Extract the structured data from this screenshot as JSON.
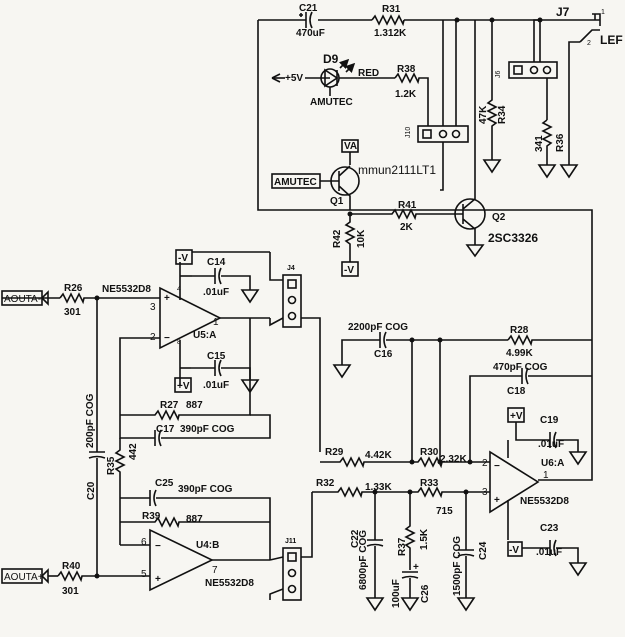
{
  "nets": {
    "aouta_minus": "AOUTA-",
    "aouta_plus": "AOUTA+",
    "amutec": "AMUTEC",
    "amutec_d9": "AMUTEC",
    "plus5v": "+5V",
    "va": "VA",
    "neg_v": "-V",
    "pos_v": "+V"
  },
  "components": {
    "c21": {
      "ref": "C21",
      "value": "470uF"
    },
    "r31": {
      "ref": "R31",
      "value": "1.312K"
    },
    "j7": {
      "ref": "J7",
      "label": "LEF",
      "pin1": "1",
      "pin2": "2"
    },
    "d9": {
      "ref": "D9",
      "color": "RED"
    },
    "r38": {
      "ref": "R38",
      "value": "1.2K"
    },
    "r34": {
      "ref": "R34",
      "value": "47K"
    },
    "r36": {
      "ref": "R36",
      "value": "341"
    },
    "j6": {
      "ref": "J6"
    },
    "j10": {
      "ref": "J10"
    },
    "q1": {
      "ref": "Q1",
      "part": "mmun2111LT1"
    },
    "q2": {
      "ref": "Q2",
      "part": "2SC3326"
    },
    "r41": {
      "ref": "R41",
      "value": "2K"
    },
    "r42": {
      "ref": "R42",
      "value": "10K"
    },
    "r26": {
      "ref": "R26",
      "value": "301"
    },
    "u5a": {
      "ref": "U5:A",
      "part": "NE5532D8",
      "pin_plus": "3",
      "pin_minus": "2",
      "pin_out": "1",
      "pin_v": "4",
      "pin_v2": "8"
    },
    "c14": {
      "ref": "C14",
      "value": ".01uF"
    },
    "c15": {
      "ref": "C15",
      "value": ".01uF"
    },
    "j4": {
      "ref": "J4"
    },
    "r27": {
      "ref": "R27",
      "value": "887"
    },
    "c17": {
      "ref": "C17",
      "value": "390pF COG"
    },
    "c20": {
      "ref": "C20",
      "value": "200pF COG"
    },
    "r35": {
      "ref": "R35",
      "value": "442"
    },
    "c25": {
      "ref": "C25",
      "value": "390pF COG"
    },
    "r39": {
      "ref": "R39",
      "value": "887"
    },
    "u4b": {
      "ref": "U4:B",
      "part": "NE5532D8",
      "pin_minus": "6",
      "pin_plus": "5",
      "pin_out": "7"
    },
    "r40": {
      "ref": "R40",
      "value": "301"
    },
    "j11": {
      "ref": "J11"
    },
    "c16": {
      "ref": "C16",
      "value": "2200pF COG"
    },
    "r28": {
      "ref": "R28",
      "value": "4.99K"
    },
    "c18": {
      "ref": "C18",
      "value": "470pF COG"
    },
    "r29": {
      "ref": "R29",
      "value": "4.42K"
    },
    "r30": {
      "ref": "R30",
      "value": "2.32K"
    },
    "u6a": {
      "ref": "U6:A",
      "part": "NE5532D8",
      "pin_minus": "2",
      "pin_plus": "3",
      "pin_out": "1"
    },
    "c19": {
      "ref": "C19",
      "value": ".01uF"
    },
    "c23": {
      "ref": "C23",
      "value": ".01uF"
    },
    "r32": {
      "ref": "R32",
      "value": "1.33K"
    },
    "r33": {
      "ref": "R33",
      "value": "715"
    },
    "c22": {
      "ref": "C22",
      "value": "6800pF COG"
    },
    "r37": {
      "ref": "R37",
      "value": "1.5K"
    },
    "c26": {
      "ref": "C26",
      "value": "100uF"
    },
    "c24": {
      "ref": "C24",
      "value": "1500pF COG"
    }
  }
}
